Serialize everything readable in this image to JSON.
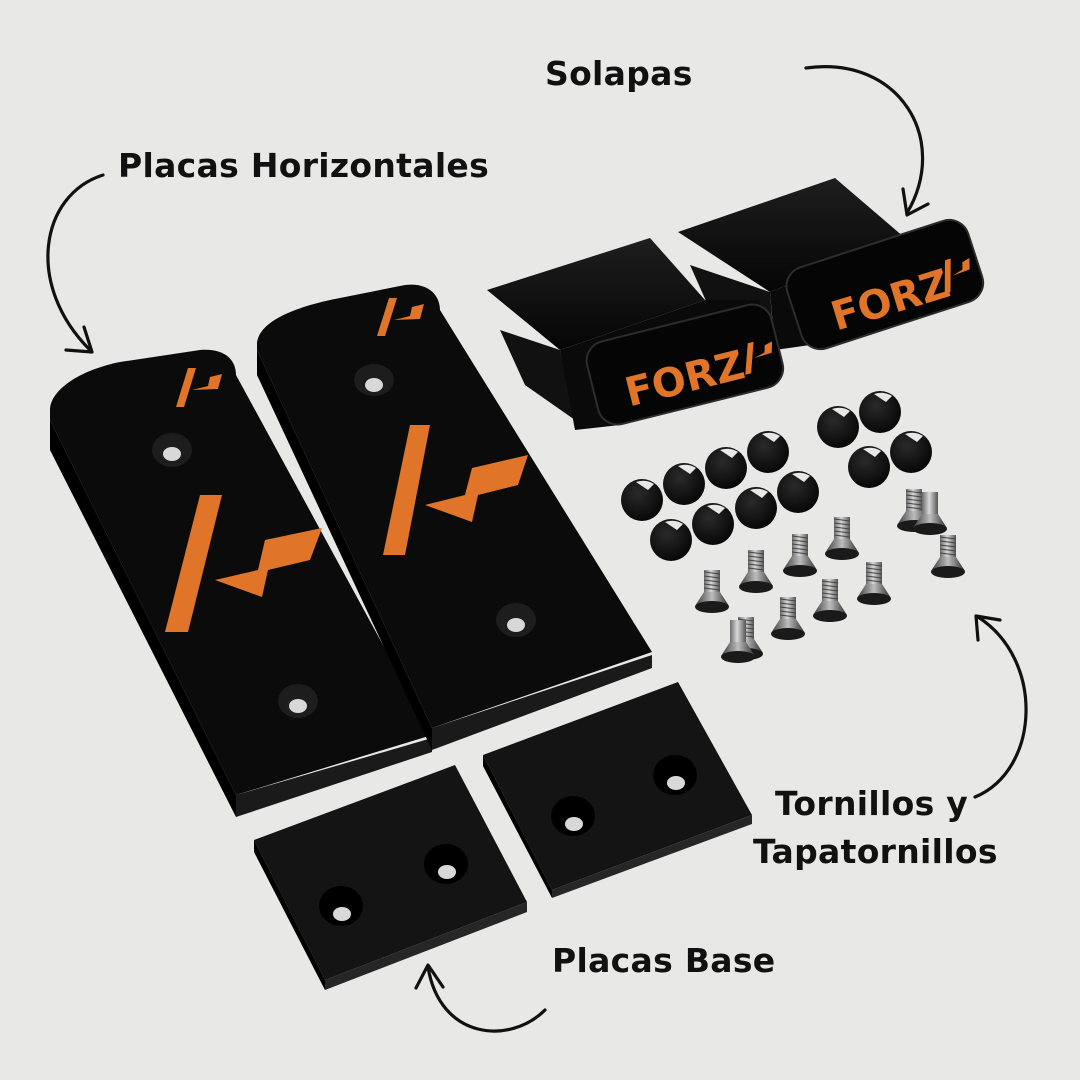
{
  "labels": {
    "placas_horizontales": "Placas Horizontales",
    "solapas": "Solapas",
    "tornillos_line1": "Tornillos y",
    "tornillos_line2": "Tapatornillos",
    "placas_base": "Placas Base"
  },
  "brand": {
    "logo_text": "FORZ",
    "accent_color": "#e07428",
    "part_color": "#0d0d0d",
    "background_color": "#e8e8e6"
  },
  "parts": {
    "horizontal_plates": 2,
    "flaps": 2,
    "base_plates": 2,
    "screw_caps": 12,
    "screws": 12
  }
}
